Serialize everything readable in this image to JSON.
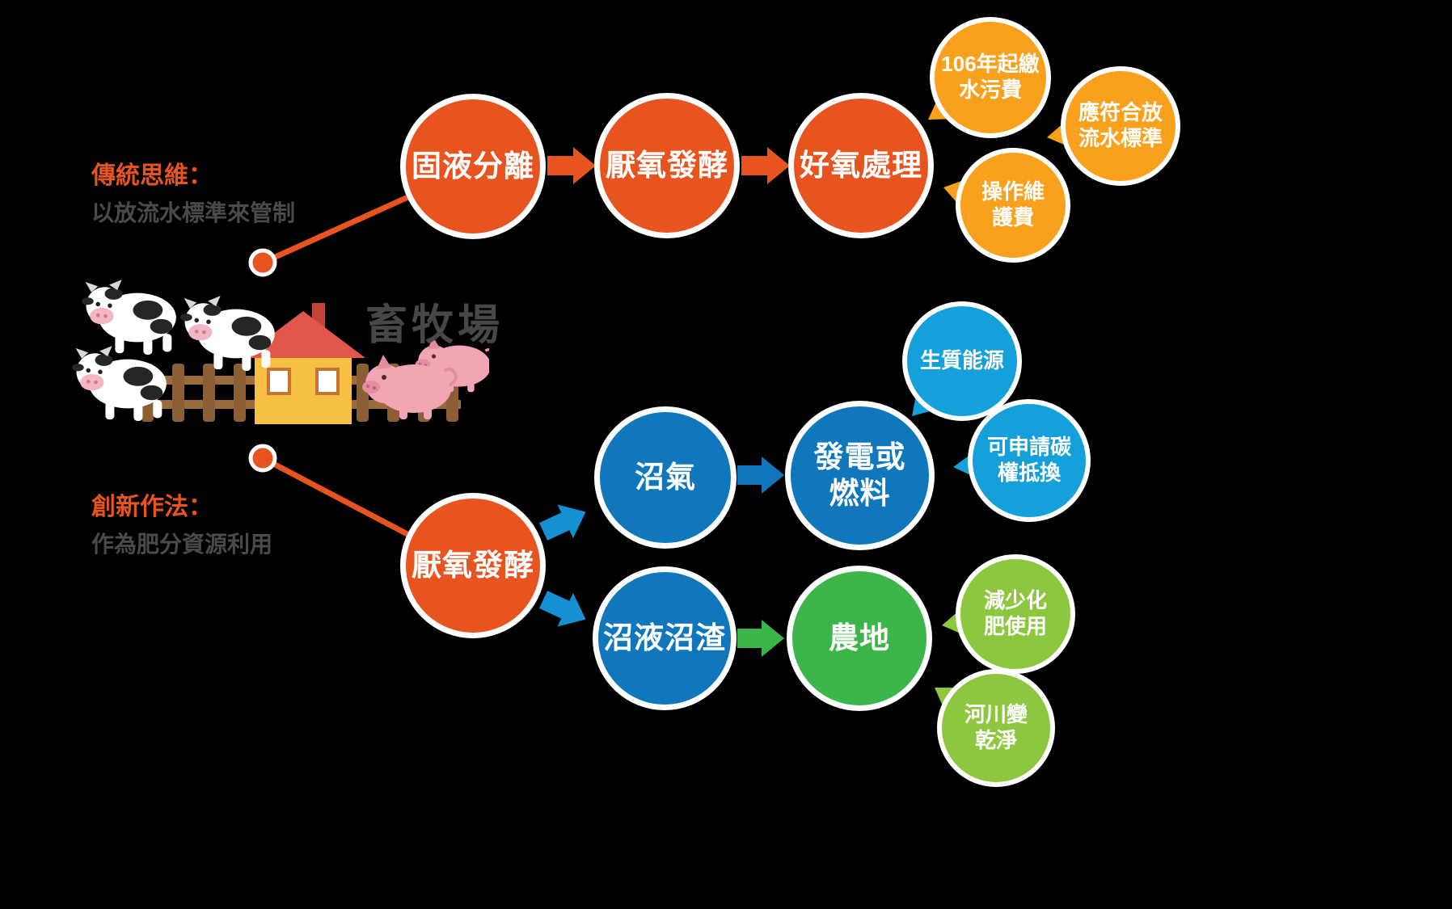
{
  "annotations": {
    "traditional_title": "傳統思維：",
    "traditional_subtitle": "以放流水標準來管制",
    "innovative_title": "創新作法：",
    "innovative_subtitle": "作為肥分資源利用",
    "farm_label": "畜牧場"
  },
  "traditional_flow": {
    "step1": "固液分離",
    "step2": "厭氧發酵",
    "step3": "好氧處理",
    "note1": "106年起繳\n水污費",
    "note2": "應符合放\n流水標準",
    "note3": "操作維\n護費"
  },
  "innovative_flow": {
    "step1": "厭氧發酵",
    "biogas": "沼氣",
    "power": "發電或\n燃料",
    "digestate": "沼液沼渣",
    "farmland": "農地",
    "note_bioenergy": "生質能源",
    "note_carbon": "可申請碳\n權抵換",
    "note_fertilizer": "減少化\n肥使用",
    "note_river": "河川變\n乾淨"
  },
  "colors": {
    "background": "#000000",
    "orange": "#E8541F",
    "orange_light": "#F9A11C",
    "blue": "#1077BD",
    "blue_light": "#16A0DB",
    "green": "#3CB54B",
    "green_light": "#8DC63F",
    "title_orange": "#E8541F",
    "subtitle_gray": "#4A4A4A"
  },
  "icons": {
    "cow": "cow-illustration",
    "house": "farm-house-illustration",
    "pig": "pig-illustration",
    "fence": "wooden-fence-illustration",
    "node_dot": "orange-connector-dot"
  }
}
